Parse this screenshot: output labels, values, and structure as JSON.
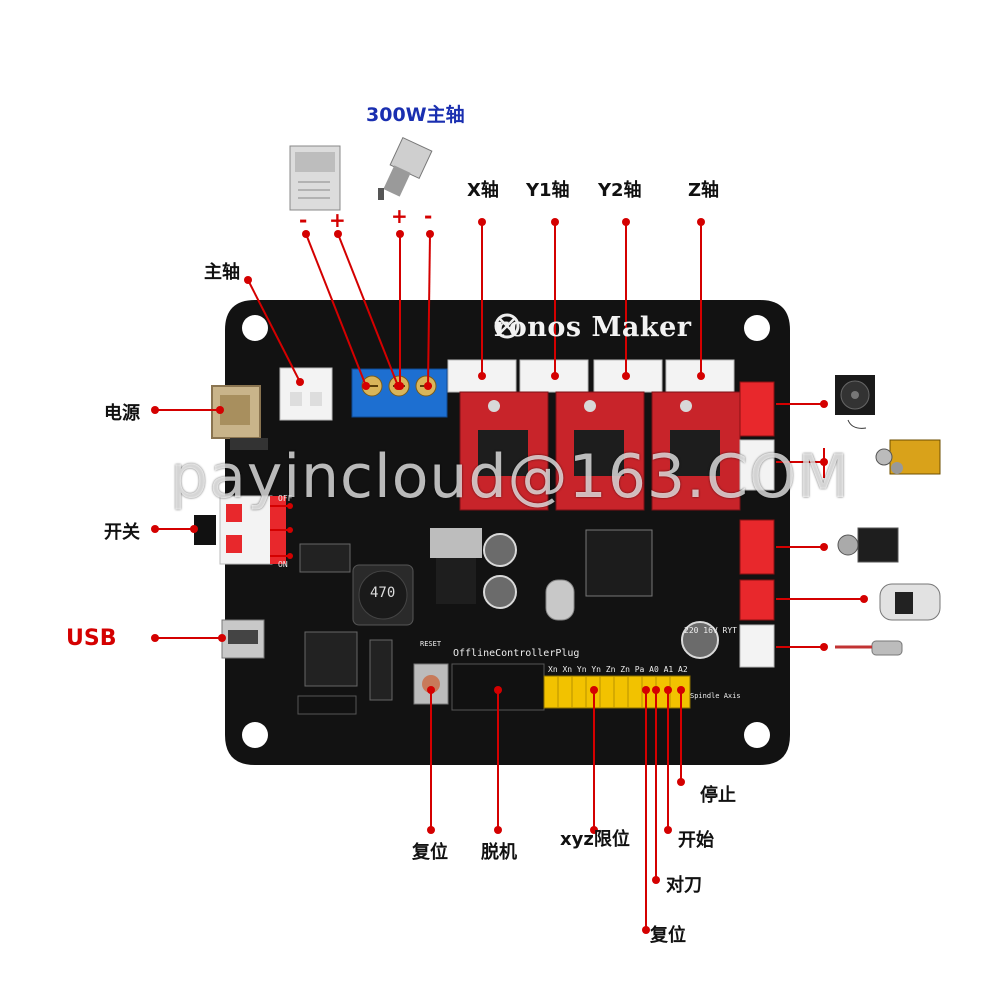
{
  "header": {
    "spindle_title": "300W主轴",
    "power_minus": "-",
    "power_plus": "+",
    "spindle_plus": "+",
    "spindle_minus": "-"
  },
  "axes": {
    "x": "X轴",
    "y1": "Y1轴",
    "y2": "Y2轴",
    "z": "Z轴"
  },
  "left_labels": {
    "spindle": "主轴",
    "power": "电源",
    "switch": "开关",
    "usb": "USB"
  },
  "bottom_labels": {
    "reset": "复位",
    "offline": "脱机",
    "limit": "xyz限位",
    "stop": "停止",
    "start": "开始",
    "tool_set": "对刀",
    "home": "复位"
  },
  "board": {
    "brand": "ronos Maker",
    "offline_plug": "OfflineControllerPlug",
    "reset_silk": "RESET",
    "inductor": "470",
    "cap_text": "220 16V RYT",
    "header_pins": "Xn Xn Yn Yn Zn Zn Pa A0 A1 A2",
    "switch_off": "OFF",
    "switch_on": "ON",
    "right_side": "Spindle Axis"
  },
  "watermark": "payincloud@163.COM",
  "colors": {
    "label_red": "#d40000",
    "label_blue": "#1a2fb0",
    "pcb": "#121212",
    "driver_red": "#c8242a",
    "connector_white": "#f3f3f3",
    "terminal_blue": "#1d6fd1",
    "header_yellow": "#f2c200"
  },
  "icons": [
    "psu-icon",
    "spindle-motor-icon",
    "cooling-fan-icon",
    "laser-module-icon",
    "laser-diode-icon",
    "hand-controller-icon",
    "laser-pointer-icon"
  ]
}
